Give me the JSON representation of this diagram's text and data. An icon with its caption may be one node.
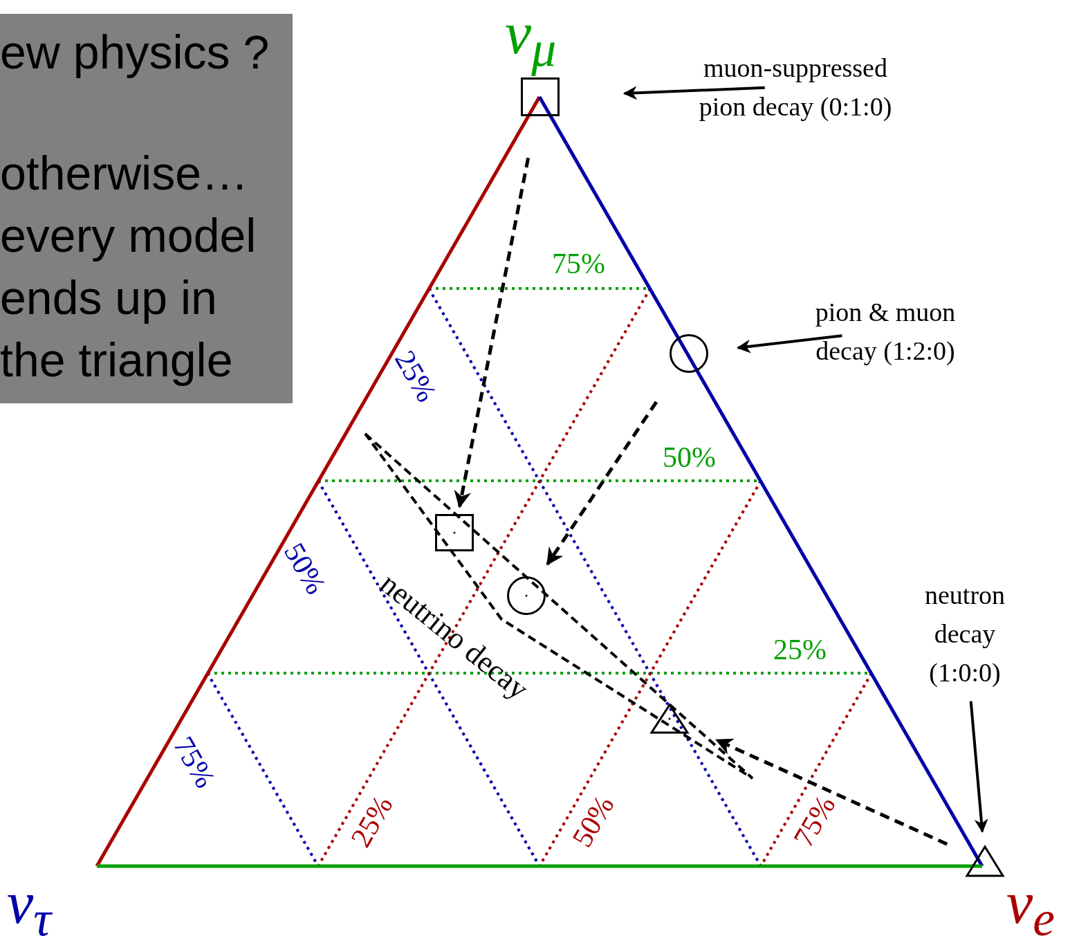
{
  "diagram": {
    "nodes": [
      {
        "text": [],
        "shape": "box"
      },
      {
        "text": [
          "muon-suppressed pion decay (0:1:0)"
        ]
      },
      {
        "text": [],
        "shape": "circle"
      },
      {
        "text": [
          "pion & muon decay (1:2:0)"
        ]
      },
      {
        "text": [],
        "shape": "triangle"
      },
      {
        "text": [
          "neutron decay (1:0:0)"
        ]
      },
      {
        "text": [
          "ew physics ?",
          "otherwise… every model ends up in the triangle"
        ]
      },
      {
        "text": [
          "neutrino decay"
        ]
      },
      {
        "text": [],
        "shape": "box",
        "in": 7
      },
      {
        "text": [],
        "shape": "circle",
        "in": 7
      },
      {
        "text": [],
        "shape": "triangle",
        "in": 7
      }
    ],
    "edges": [
      {
        "from": 1,
        "to": 0,
        "arrow": "to"
      },
      {
        "from": 3,
        "to": 2,
        "arrow": "to"
      },
      {
        "from": 5,
        "to": 4,
        "arrow": "to"
      },
      {
        "from": 0,
        "to": 8,
        "arrow": "to",
        "style": "dashed"
      },
      {
        "from": 2,
        "to": 9,
        "arrow": "to",
        "style": "dashed"
      },
      {
        "from": 4,
        "to": 10,
        "arrow": "to",
        "style": "dashed"
      }
    ],
    "labels": [
      "ν$_{μ}$",
      "75%",
      "25%",
      "50%",
      "50%",
      "25%",
      "75%",
      "25%",
      "50%",
      "75%",
      "ν$_{τ}$",
      "ν$_{e}$"
    ]
  }
}
